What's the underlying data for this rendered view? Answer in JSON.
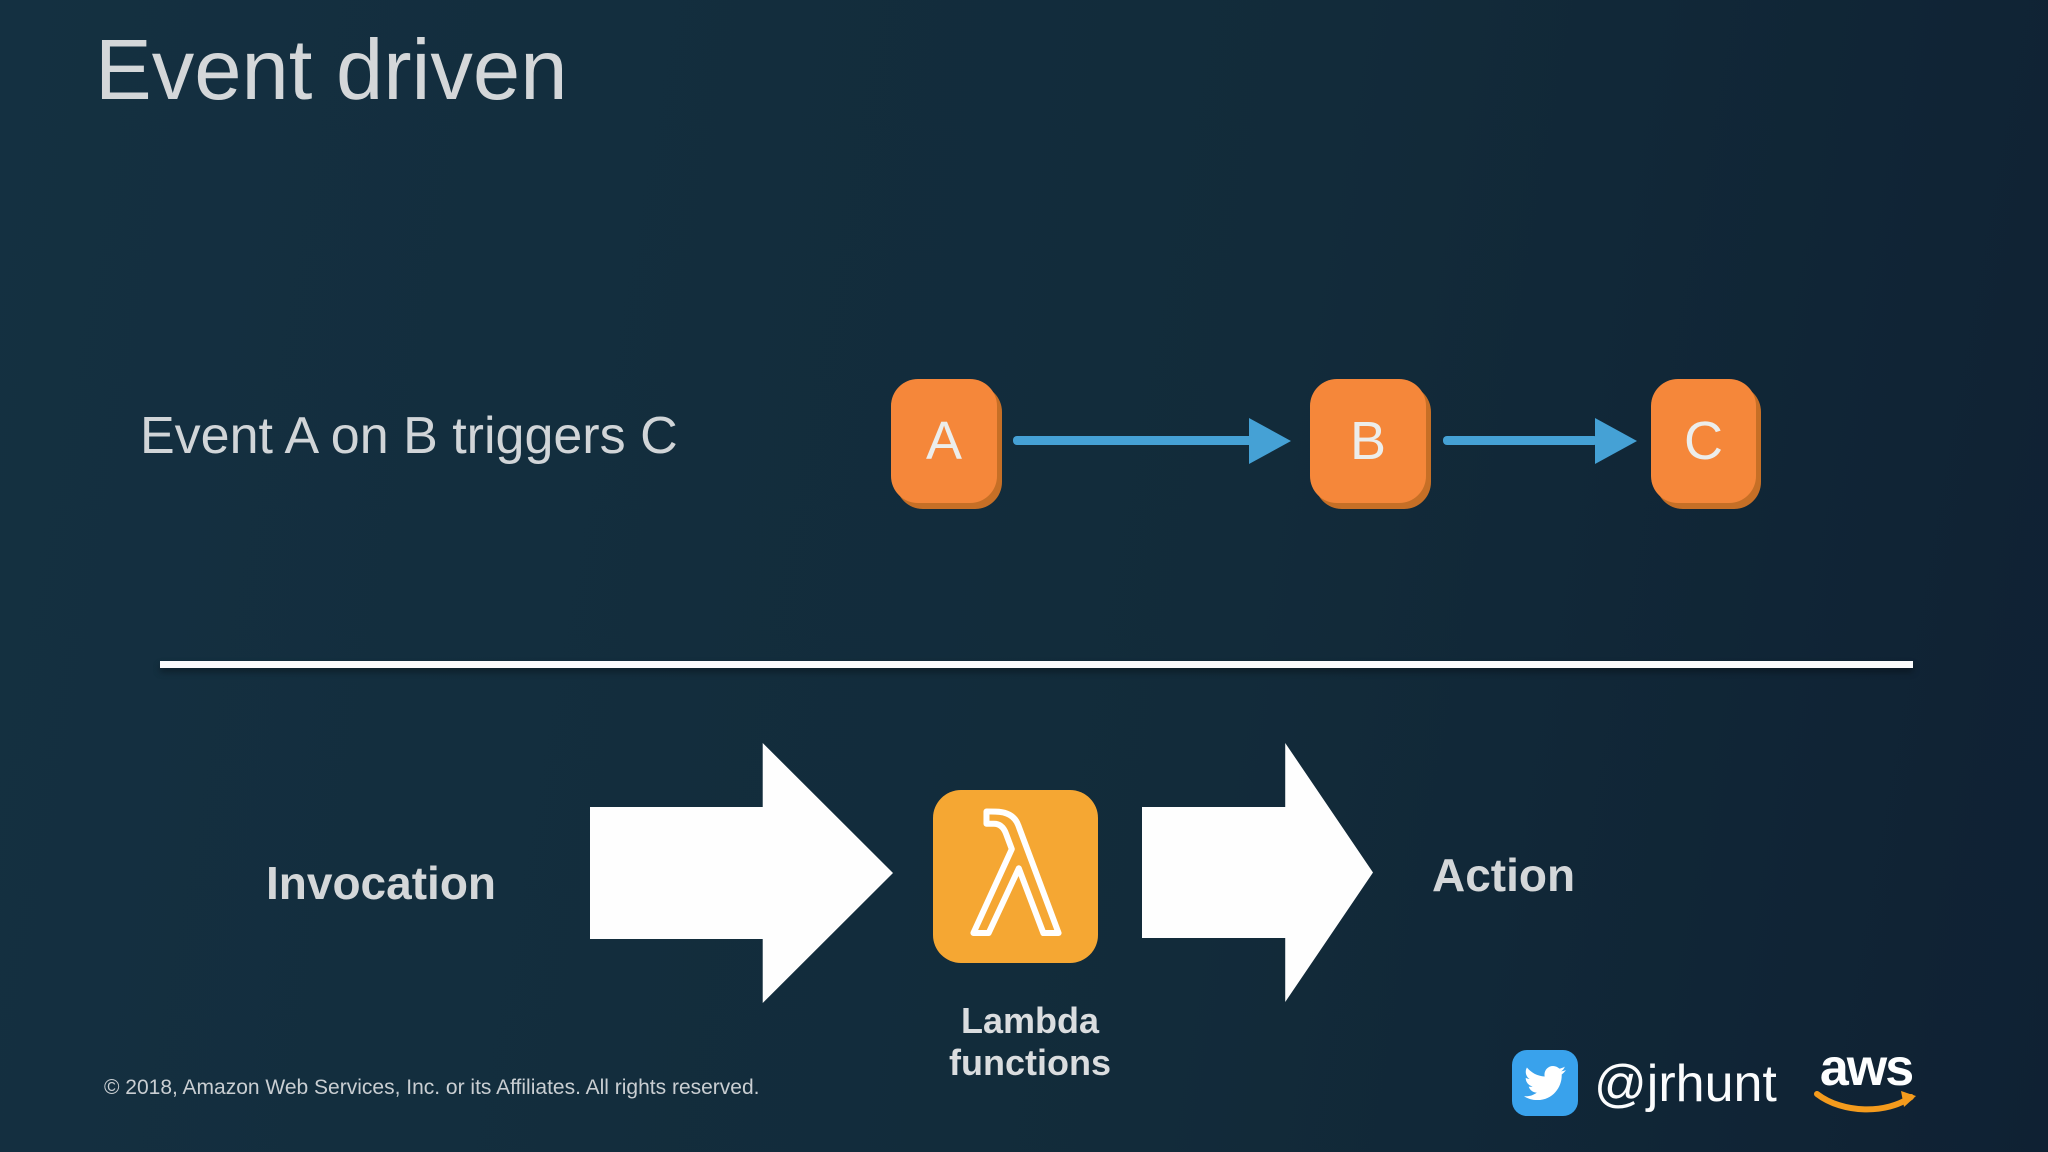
{
  "slide": {
    "title": "Event driven",
    "event_flow": {
      "label": "Event A on B triggers C",
      "nodes": [
        "A",
        "B",
        "C"
      ]
    },
    "invocation_flow": {
      "left_label": "Invocation",
      "right_label": "Action",
      "lambda_symbol": "λ",
      "lambda_caption": "Lambda functions"
    },
    "footer": {
      "copyright": "© 2018, Amazon Web Services, Inc. or its Affiliates. All rights reserved.",
      "twitter_handle": "@jrhunt",
      "aws_logo_text": "aws"
    },
    "colors": {
      "background": "#122B3A",
      "node_orange": "#F5873A",
      "node_shadow_orange": "#C66F26",
      "lambda_orange": "#F5A733",
      "arrow_blue": "#45A1D5",
      "twitter_blue": "#39A2EC",
      "aws_smile_orange": "#F49B1D",
      "text_light_gray": "#D4D7D9",
      "white": "#FFFFFF"
    }
  }
}
